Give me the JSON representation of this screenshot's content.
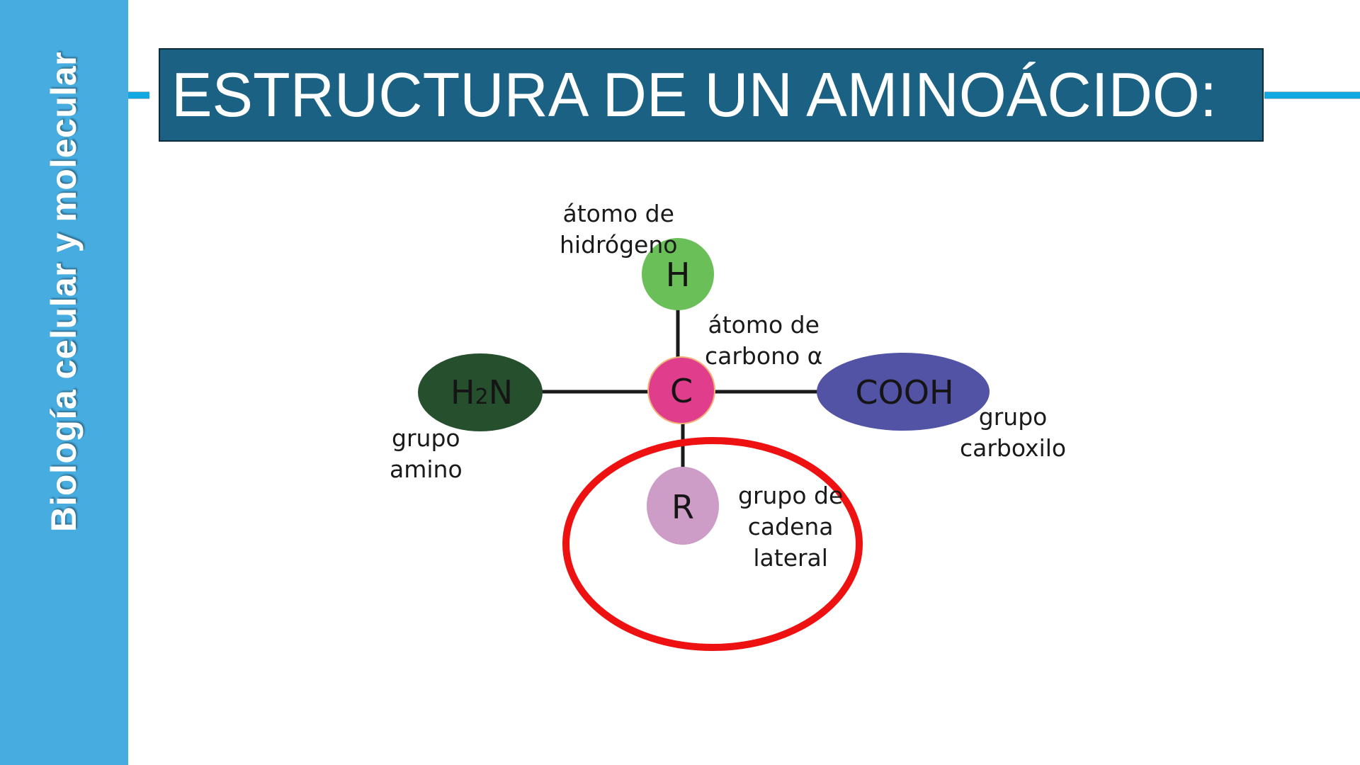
{
  "sidebar": {
    "text": "Biología celular y molecular",
    "color": "#47ade0"
  },
  "header": {
    "title": "ESTRUCTURA DE UN AMINOÁCIDO:",
    "background": "#1b6183",
    "rule_color": "#10a9e2"
  },
  "diagram": {
    "nodes": {
      "hydrogen": {
        "symbol": "H",
        "color": "#6bbf59"
      },
      "carbon": {
        "symbol": "C",
        "color": "#e03e8c"
      },
      "amino": {
        "symbol": "H2N",
        "symbol_main": "H",
        "subscript": "2",
        "symbol_tail": "N",
        "color": "#264f2d"
      },
      "carboxyl": {
        "symbol": "COOH",
        "color": "#5253a5"
      },
      "r_group": {
        "symbol": "R",
        "color": "#cd9cc7"
      }
    },
    "labels": {
      "hydrogen": [
        "átomo de",
        "hidrógeno"
      ],
      "carbon": [
        "átomo de",
        "carbono α"
      ],
      "amino": [
        "grupo",
        "amino"
      ],
      "carboxyl": [
        "grupo",
        "carboxilo"
      ],
      "r_group": [
        "grupo de",
        "cadena",
        "lateral"
      ]
    },
    "highlight": {
      "shape": "ellipse",
      "color": "#ee1111",
      "target": "r_group"
    }
  }
}
